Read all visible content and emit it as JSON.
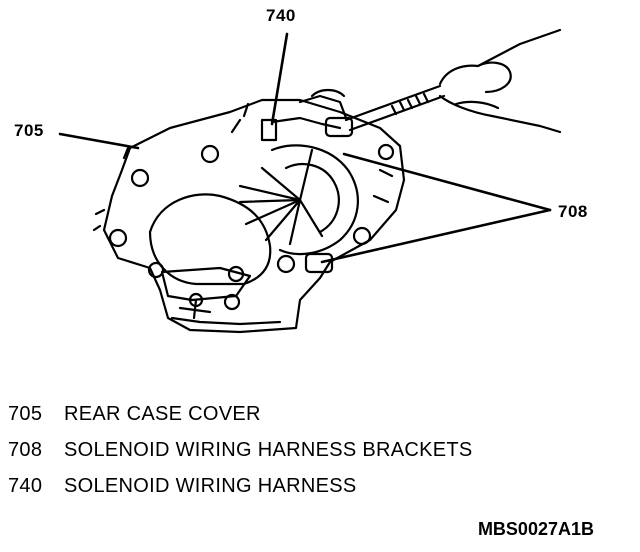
{
  "callouts": {
    "c740": "740",
    "c705": "705",
    "c708": "708"
  },
  "legend": [
    {
      "number": "705",
      "description": "REAR CASE COVER"
    },
    {
      "number": "708",
      "description": "SOLENOID WIRING HARNESS BRACKETS"
    },
    {
      "number": "740",
      "description": "SOLENOID WIRING HARNESS"
    }
  ],
  "drawing_code": "MBS0027A1B"
}
